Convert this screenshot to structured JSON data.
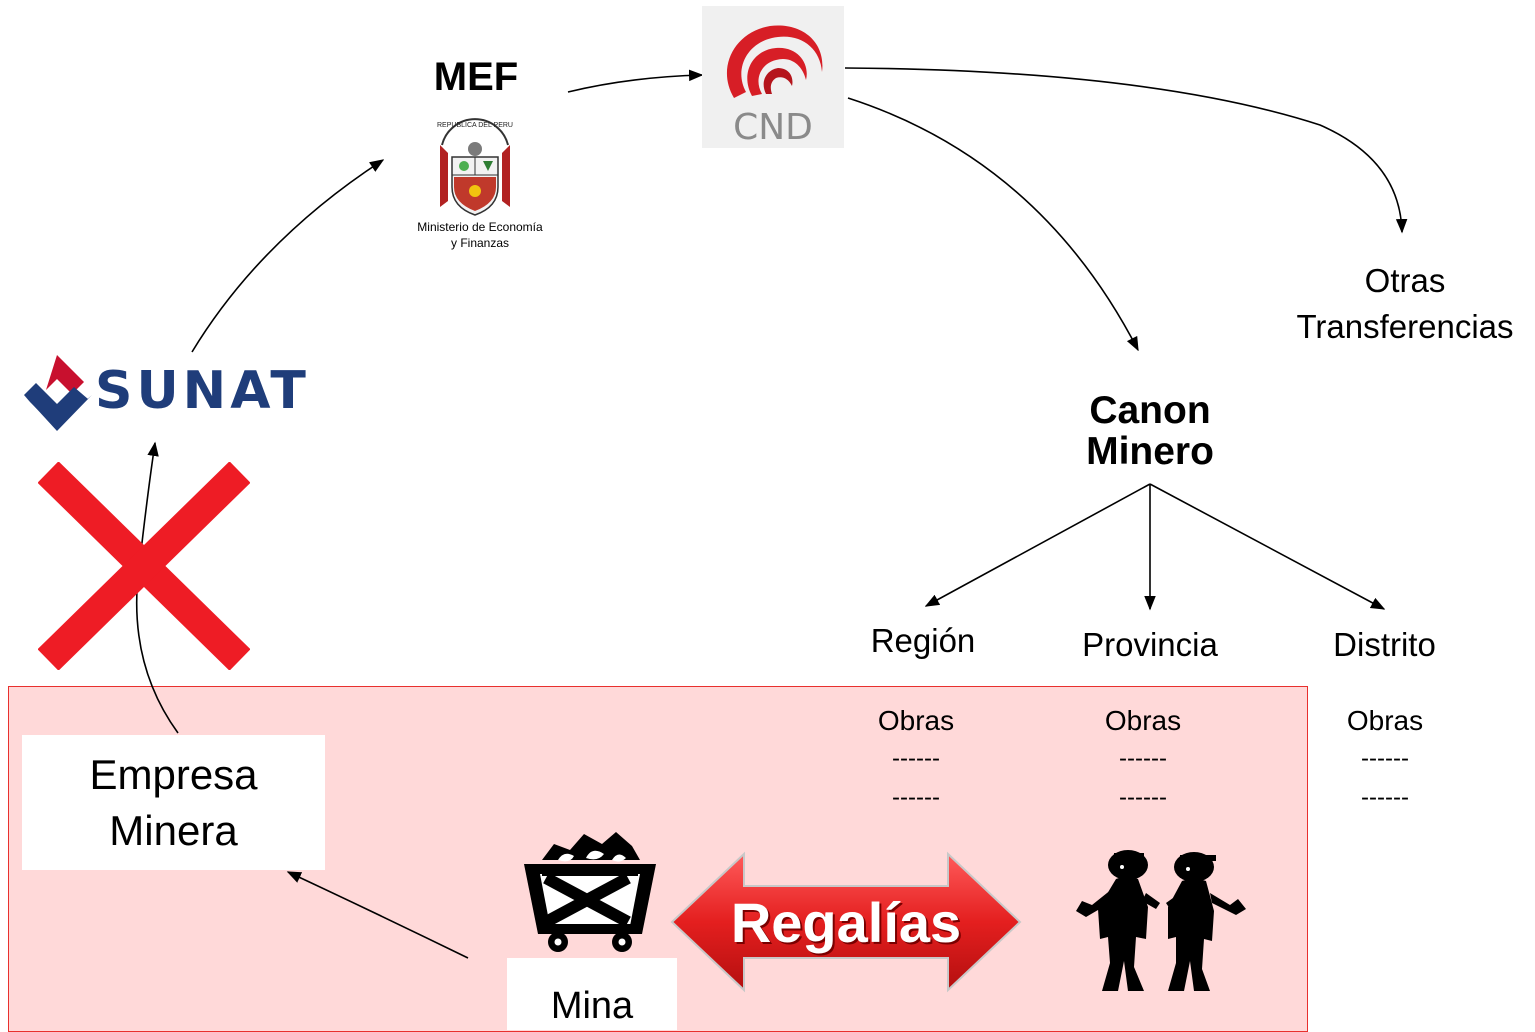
{
  "mef": {
    "title": "MEF",
    "seal_text": "REPUBLICA DEL PERU",
    "caption_line1": "Ministerio de Economía",
    "caption_line2": "y Finanzas"
  },
  "cnd": {
    "logo_text": "CND"
  },
  "sunat": {
    "logo_text": "SUNAT"
  },
  "otras": {
    "line1": "Otras",
    "line2": "Transferencias"
  },
  "canon": {
    "line1": "Canon",
    "line2": "Minero"
  },
  "levels": [
    {
      "name": "Región",
      "obras": "Obras",
      "dash1": "------",
      "dash2": "------"
    },
    {
      "name": "Provincia",
      "obras": "Obras",
      "dash1": "------",
      "dash2": "------"
    },
    {
      "name": "Distrito",
      "obras": "Obras",
      "dash1": "------",
      "dash2": "------"
    }
  ],
  "empresa": {
    "line1": "Empresa",
    "line2": "Minera"
  },
  "mina": {
    "label": "Mina"
  },
  "regalias": {
    "label": "Regalías"
  },
  "colors": {
    "zone_fill": "#ffd9d9",
    "zone_border": "#e8302e",
    "cross": "#ee1c25",
    "regalias_arrow": "#e41f1f",
    "sunat_blue": "#1f3d7a",
    "sunat_red": "#c8102e",
    "cnd_red": "#d71e26"
  }
}
